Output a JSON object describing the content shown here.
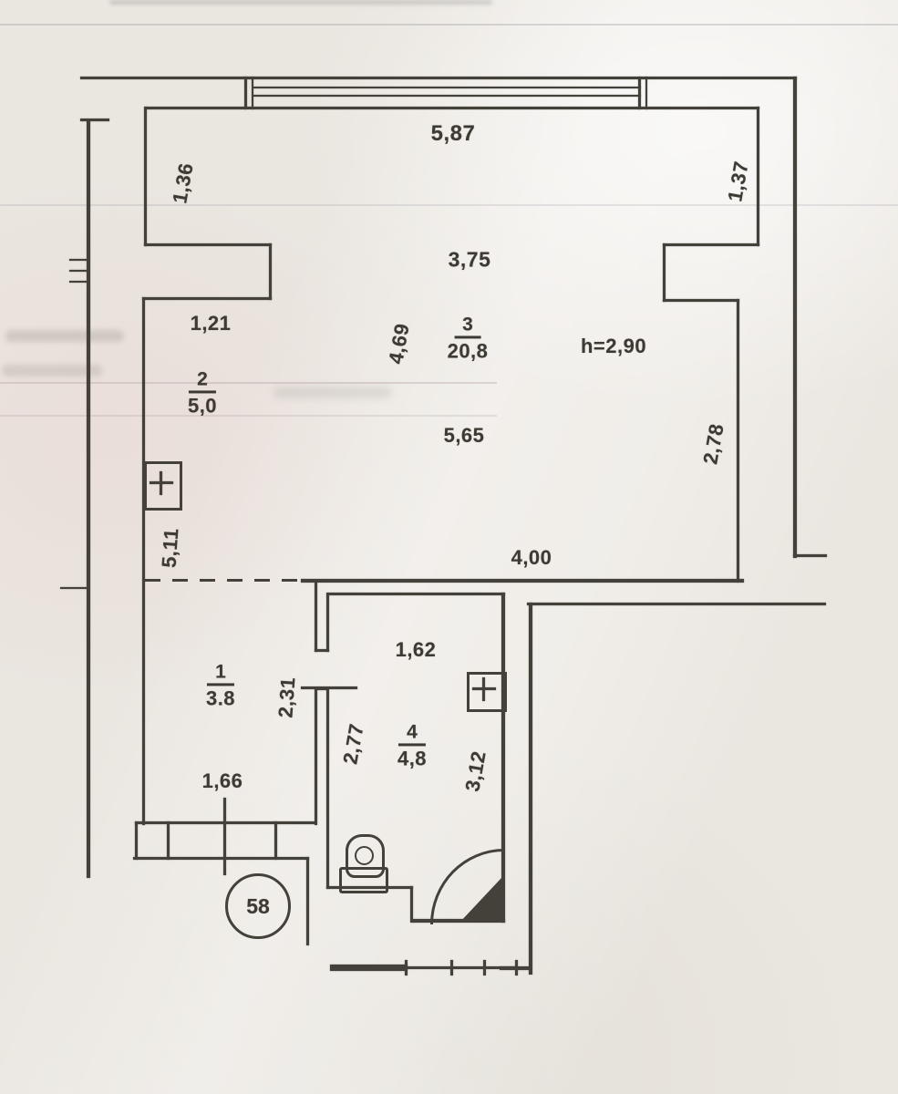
{
  "plan": {
    "apartment_number": "58",
    "ceiling_height": "h=2,90",
    "rooms": {
      "room1": {
        "number": "1",
        "area": "3.8"
      },
      "room2": {
        "number": "2",
        "area": "5,0"
      },
      "room3": {
        "number": "3",
        "area": "20,8"
      },
      "room4": {
        "number": "4",
        "area": "4,8"
      }
    },
    "dims": {
      "d587": "5,87",
      "d136": "1,36",
      "d137": "1,37",
      "d375": "3,75",
      "d121": "1,21",
      "d469": "4,69",
      "d565": "5,65",
      "d278": "2,78",
      "d511": "5,11",
      "d400": "4,00",
      "d162": "1,62",
      "d231": "2,31",
      "d277": "2,77",
      "d312": "3,12",
      "d166": "1,66"
    },
    "colors": {
      "ink": "#44403a",
      "paper": "#eae6e0"
    }
  }
}
